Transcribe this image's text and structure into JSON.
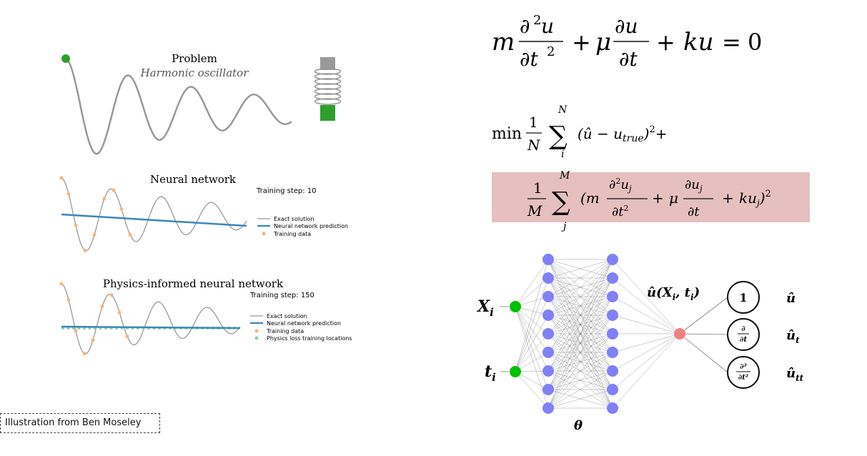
{
  "problem": {
    "title": "Problem",
    "subtitle": "Harmonic oscillator"
  },
  "nn_panel": {
    "title": "Neural network",
    "step": "Training step: 10",
    "legend": [
      "Exact solution",
      "Neural network prediction",
      "Training data"
    ]
  },
  "pinn_panel": {
    "title": "Physics-informed neural network",
    "step": "Training step: 150",
    "legend": [
      "Exact solution",
      "Neural network prediction",
      "Training data",
      "Physics loss training locations"
    ]
  },
  "caption": "Illustration from Ben Moseley",
  "equations": {
    "ode": "m ∂²u/∂t² + μ ∂u/∂t + ku = 0",
    "data_loss": "min 1/N Σ_i^N (û − u_true)² +",
    "physics_loss": "1/M Σ_j^M (m ∂²u_j/∂t² + μ ∂u_j/∂t + ku_j)²"
  },
  "network": {
    "inputs": [
      "X_i",
      "t_i"
    ],
    "output_label": "û(X_i, t_i)",
    "weights_label": "θ",
    "operators": [
      "1",
      "∂/∂t",
      "∂²/∂t²"
    ],
    "outputs": [
      "û",
      "û_t",
      "û_tt"
    ]
  },
  "colors": {
    "exact": "#999999",
    "prediction": "#3b87bd",
    "training": "#f5b67e",
    "physics_points": "#90d5a5",
    "green": "#2ca02c",
    "hidden": "#8080f7",
    "output_node": "#f08080",
    "highlight": "#e6bfbf"
  }
}
